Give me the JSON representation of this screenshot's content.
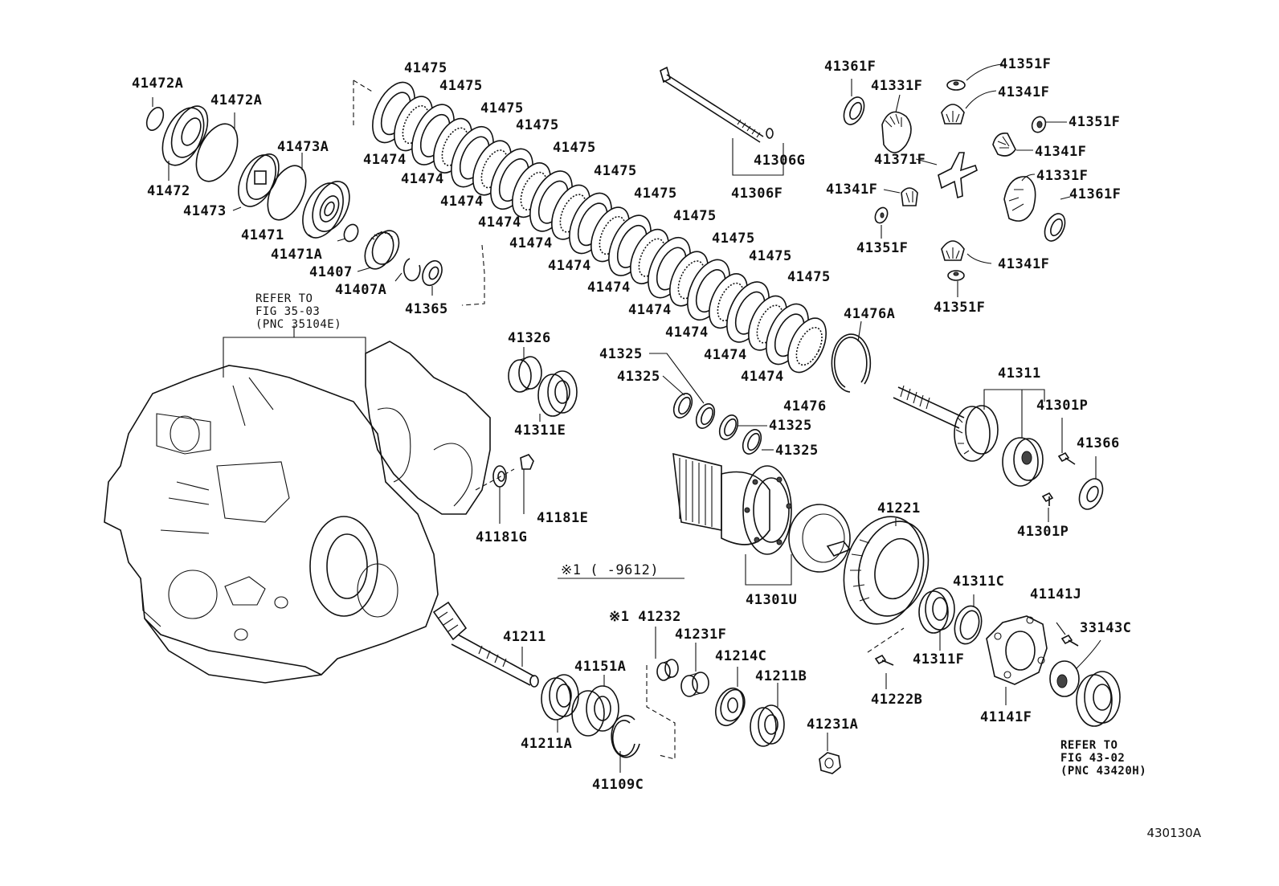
{
  "diagram": {
    "code": "430130A",
    "labels": {
      "p41472A_1": "41472A",
      "p41472A_2": "41472A",
      "p41472": "41472",
      "p41473A": "41473A",
      "p41473": "41473",
      "p41471": "41471",
      "p41471A": "41471A",
      "p41407": "41407",
      "p41407A": "41407A",
      "p41365": "41365",
      "p41475_1": "41475",
      "p41475_2": "41475",
      "p41475_3": "41475",
      "p41475_4": "41475",
      "p41475_5": "41475",
      "p41475_6": "41475",
      "p41475_7": "41475",
      "p41475_8": "41475",
      "p41475_9": "41475",
      "p41475_10": "41475",
      "p41475_11": "41475",
      "p41474_1": "41474",
      "p41474_2": "41474",
      "p41474_3": "41474",
      "p41474_4": "41474",
      "p41474_5": "41474",
      "p41474_6": "41474",
      "p41474_7": "41474",
      "p41474_8": "41474",
      "p41474_9": "41474",
      "p41474_10": "41474",
      "p41476A": "41476A",
      "p41476": "41476",
      "p41306G": "41306G",
      "p41306F": "41306F",
      "p41361F_1": "41361F",
      "p41331F_1": "41331F",
      "p41371F": "41371F",
      "p41351F_1": "41351F",
      "p41341F_1": "41341F",
      "p41351F_2": "41351F",
      "p41341F_2": "41341F",
      "p41331F_2": "41331F",
      "p41361F_2": "41361F",
      "p41341F_3": "41341F",
      "p41351F_3": "41351F",
      "p41341F_4": "41341F",
      "p41351F_4": "41351F",
      "p41326": "41326",
      "p41311E": "41311E",
      "p41325_1": "41325",
      "p41325_2": "41325",
      "p41325_3": "41325",
      "p41325_4": "41325",
      "p41181G": "41181G",
      "p41181E": "41181E",
      "p41311": "41311",
      "p41301P_1": "41301P",
      "p41366": "41366",
      "p41301P_2": "41301P",
      "p41301U": "41301U",
      "p41221": "41221",
      "p41311C": "41311C",
      "p41311F": "41311F",
      "p41141J": "41141J",
      "p33143C": "33143C",
      "p41141F": "41141F",
      "p41222B": "41222B",
      "p41211": "41211",
      "p41151A": "41151A",
      "p41211A": "41211A",
      "p41109C": "41109C",
      "p41232": "※1 41232",
      "p41231F": "41231F",
      "p41214C": "41214C",
      "p41211B": "41211B",
      "p41231A": "41231A",
      "note9612": "※1 (    -9612)"
    },
    "refer_1": [
      "REFER TO",
      "FIG 35-03",
      "(PNC 35104E)"
    ],
    "refer_2": [
      "REFER TO",
      "FIG 43-02",
      "(PNC 43420H)"
    ]
  }
}
